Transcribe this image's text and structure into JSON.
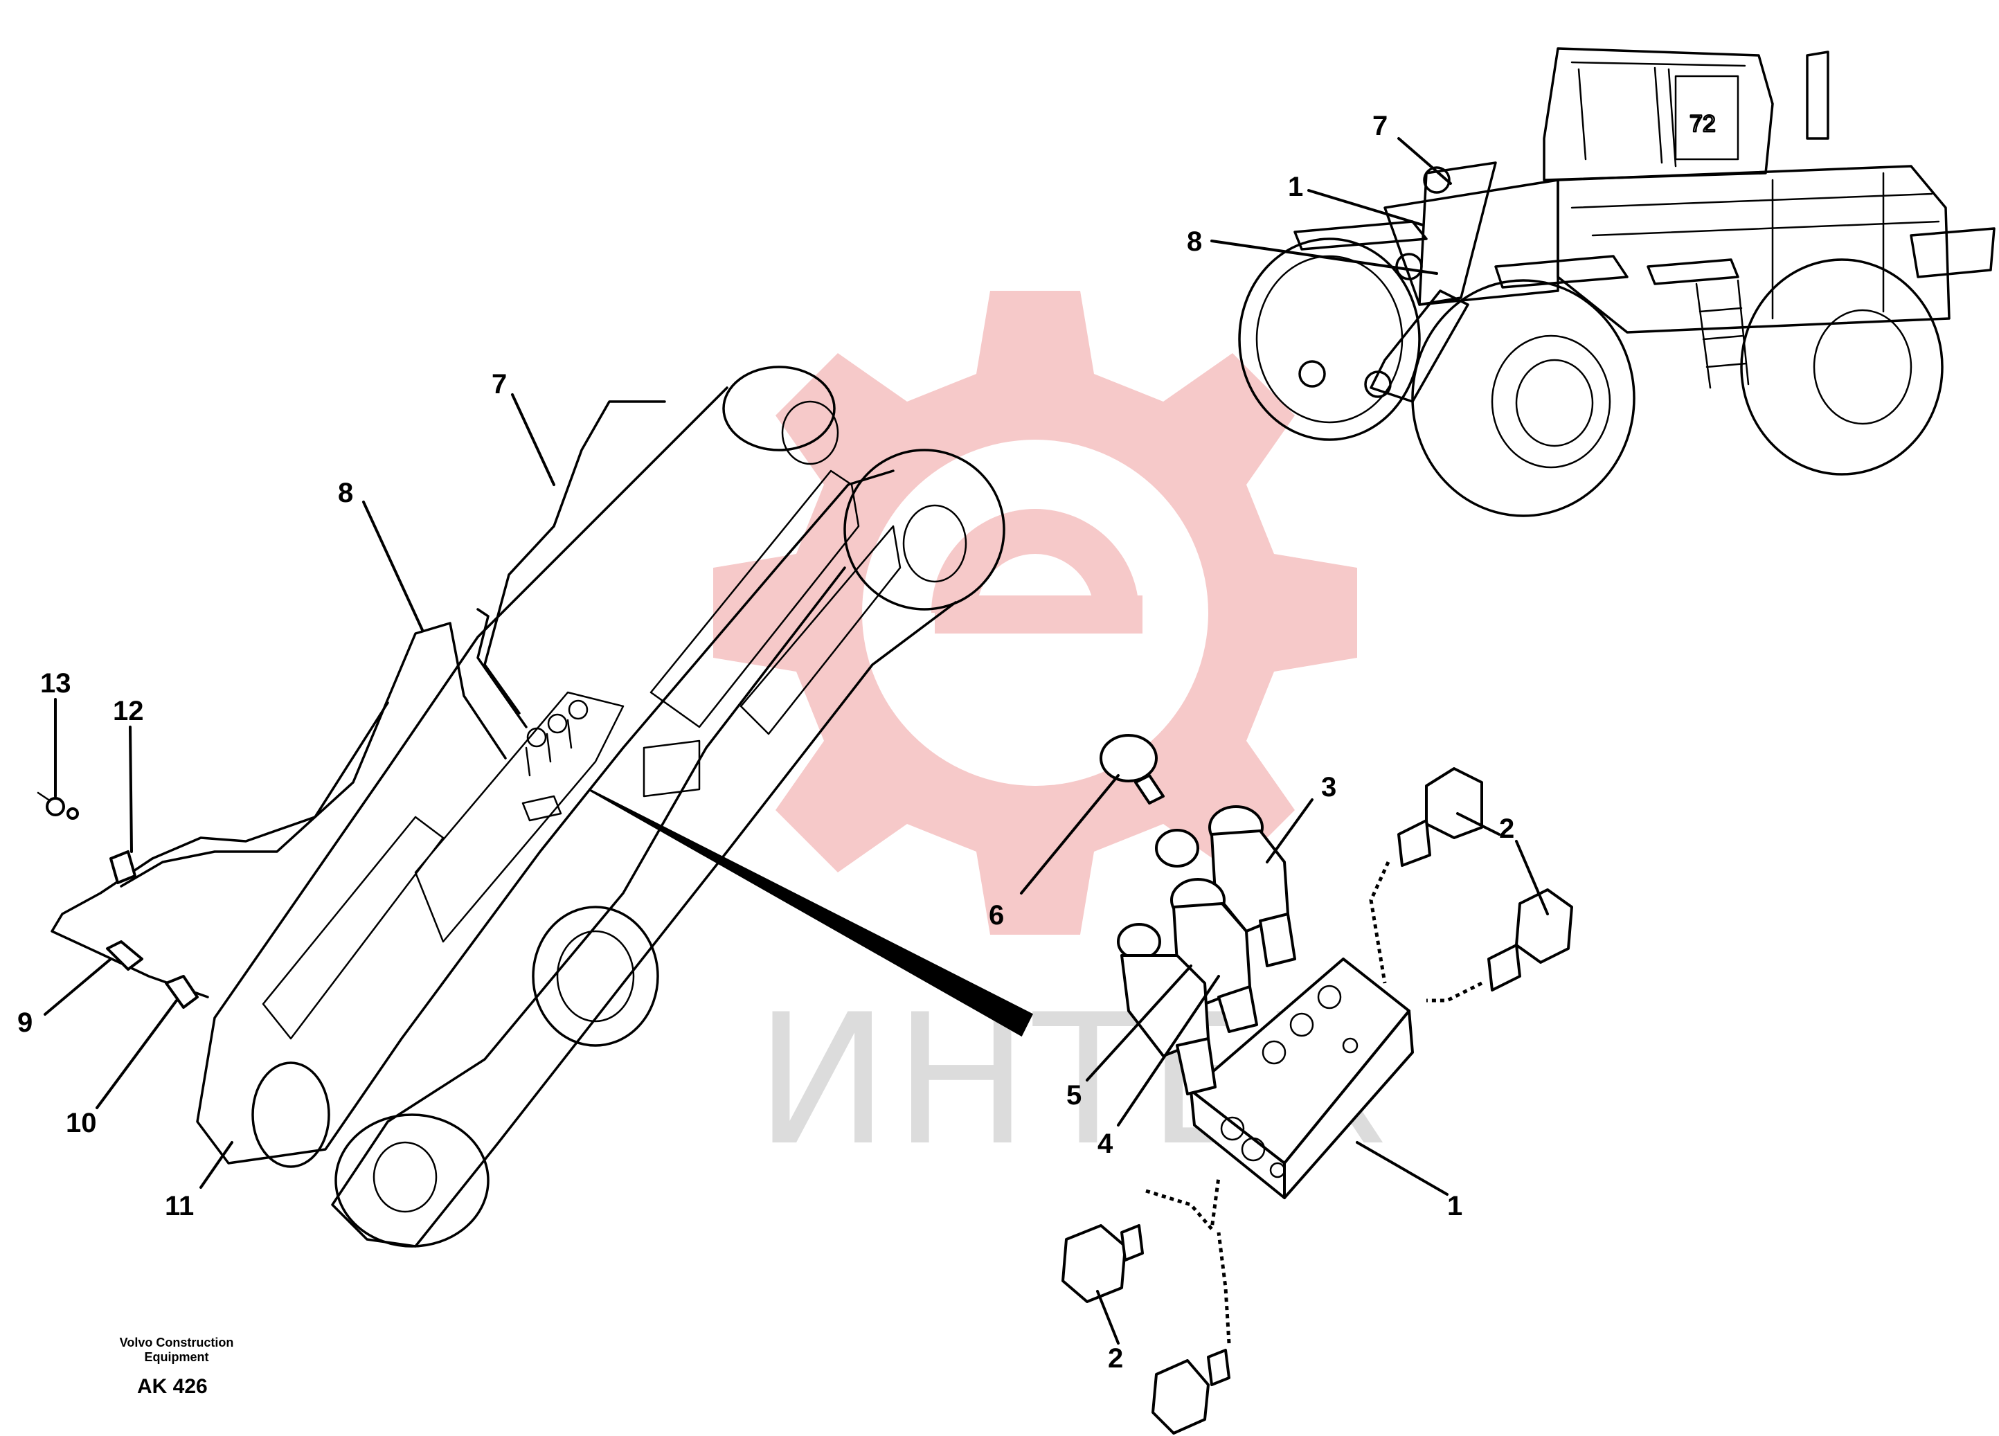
{
  "watermark": {
    "text": "ИНТЕХ",
    "gear_color": "#f6c9c9",
    "text_color": "#dcdcdc"
  },
  "callouts": {
    "machine_7": "7",
    "machine_1": "1",
    "machine_8": "8",
    "arm_7": "7",
    "arm_8": "8",
    "arm_13": "13",
    "arm_12": "12",
    "arm_9": "9",
    "arm_10": "10",
    "arm_11": "11",
    "detail_6": "6",
    "detail_3": "3",
    "detail_2_top": "2",
    "detail_5": "5",
    "detail_4": "4",
    "detail_1": "1",
    "detail_2_bottom": "2"
  },
  "footer": {
    "line1": "Volvo Construction",
    "line2": "Equipment",
    "code": "AK 426"
  }
}
